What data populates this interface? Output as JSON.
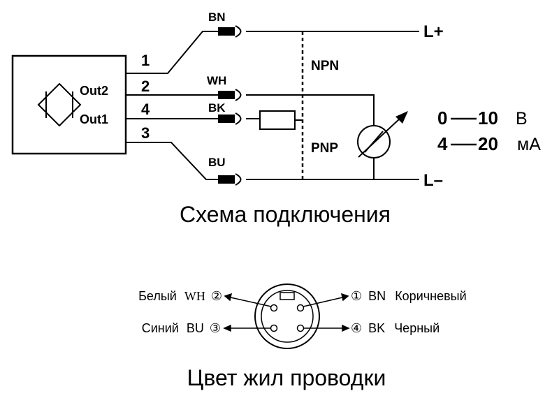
{
  "wiring": {
    "wire_numbers": {
      "w1": "1",
      "w2": "2",
      "w4": "4",
      "w3": "3"
    },
    "wire_codes": {
      "bn": "BN",
      "wh": "WH",
      "bk": "BK",
      "bu": "BU"
    },
    "outputs": {
      "out2": "Out2",
      "out1": "Out1"
    },
    "rails": {
      "plus": "L+",
      "minus": "L–"
    },
    "labels": {
      "npn": "NPN",
      "pnp": "PNP"
    },
    "ranges": {
      "voltage": {
        "low": "0",
        "high": "10",
        "unit": "В"
      },
      "current": {
        "low": "4",
        "high": "20",
        "unit": "мА"
      }
    },
    "caption": "Схема подключения"
  },
  "connector": {
    "left_top": {
      "name": "Белый",
      "code": "WH",
      "pin": "②"
    },
    "left_bottom": {
      "name": "Синий",
      "code": "BU",
      "pin": "③"
    },
    "right_top": {
      "pin": "①",
      "code": "BN",
      "name": "Коричневый"
    },
    "right_bottom": {
      "pin": "④",
      "code": "BK",
      "name": "Черный"
    },
    "caption": "Цвет жил проводки"
  },
  "colors": {
    "line": "#000000",
    "background": "#ffffff"
  }
}
